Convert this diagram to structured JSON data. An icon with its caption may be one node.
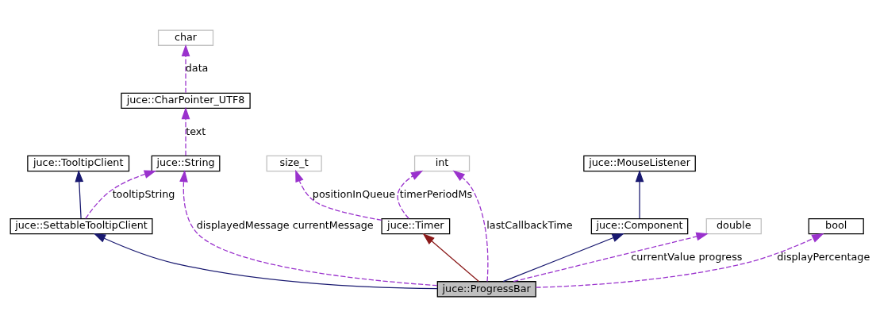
{
  "diagram": {
    "nodes": [
      {
        "text": [
          "char"
        ]
      },
      {
        "text": [
          "juce::CharPointer_UTF8"
        ]
      },
      {
        "text": [
          "juce::MouseListener"
        ]
      },
      {
        "text": [
          "juce::TooltipClient"
        ]
      },
      {
        "text": [
          "juce::String"
        ]
      },
      {
        "text": [
          "size_t"
        ]
      },
      {
        "text": [
          "int"
        ]
      },
      {
        "text": [
          "juce::Component"
        ]
      },
      {
        "text": [
          "juce::SettableTooltipClient"
        ]
      },
      {
        "text": [
          "juce::Timer"
        ]
      },
      {
        "text": [
          "double"
        ]
      },
      {
        "text": [
          "bool"
        ]
      },
      {
        "text": [
          "juce::ProgressBar"
        ]
      }
    ],
    "edges": [
      {
        "from": 12,
        "to": 7,
        "arrow": "to",
        "color": "#191970"
      },
      {
        "from": 7,
        "to": 2,
        "arrow": "to",
        "color": "#191970"
      },
      {
        "from": 12,
        "to": 8,
        "arrow": "to",
        "color": "#191970"
      },
      {
        "from": 8,
        "to": 3,
        "arrow": "to",
        "color": "#191970"
      },
      {
        "from": 12,
        "to": 4,
        "arrow": "to",
        "label": "displayedMessage currentMessage",
        "style": "dashed",
        "color": "#9a32cd"
      },
      {
        "from": 8,
        "to": 4,
        "arrow": "to",
        "label": "tooltipString",
        "style": "dashed",
        "color": "#9a32cd"
      },
      {
        "from": 4,
        "to": 1,
        "arrow": "to",
        "label": "text",
        "style": "dashed",
        "color": "#9a32cd"
      },
      {
        "from": 1,
        "to": 0,
        "arrow": "to",
        "label": "data",
        "style": "dashed",
        "color": "#9a32cd"
      },
      {
        "from": 12,
        "to": 9,
        "arrow": "to",
        "color": "#8b1a1a"
      },
      {
        "from": 9,
        "to": 5,
        "arrow": "to",
        "label": "positionInQueue",
        "style": "dashed",
        "color": "#9a32cd"
      },
      {
        "from": 9,
        "to": 6,
        "arrow": "to",
        "label": "timerPeriodMs",
        "style": "dashed",
        "color": "#9a32cd"
      },
      {
        "from": 12,
        "to": 6,
        "arrow": "to",
        "label": "lastCallbackTime",
        "style": "dashed",
        "color": "#9a32cd"
      },
      {
        "from": 12,
        "to": 10,
        "arrow": "to",
        "label": "currentValue progress",
        "style": "dashed",
        "color": "#9a32cd"
      },
      {
        "from": 12,
        "to": 11,
        "arrow": "to",
        "label": "displayPercentage",
        "style": "dashed",
        "color": "#9a32cd"
      }
    ]
  }
}
